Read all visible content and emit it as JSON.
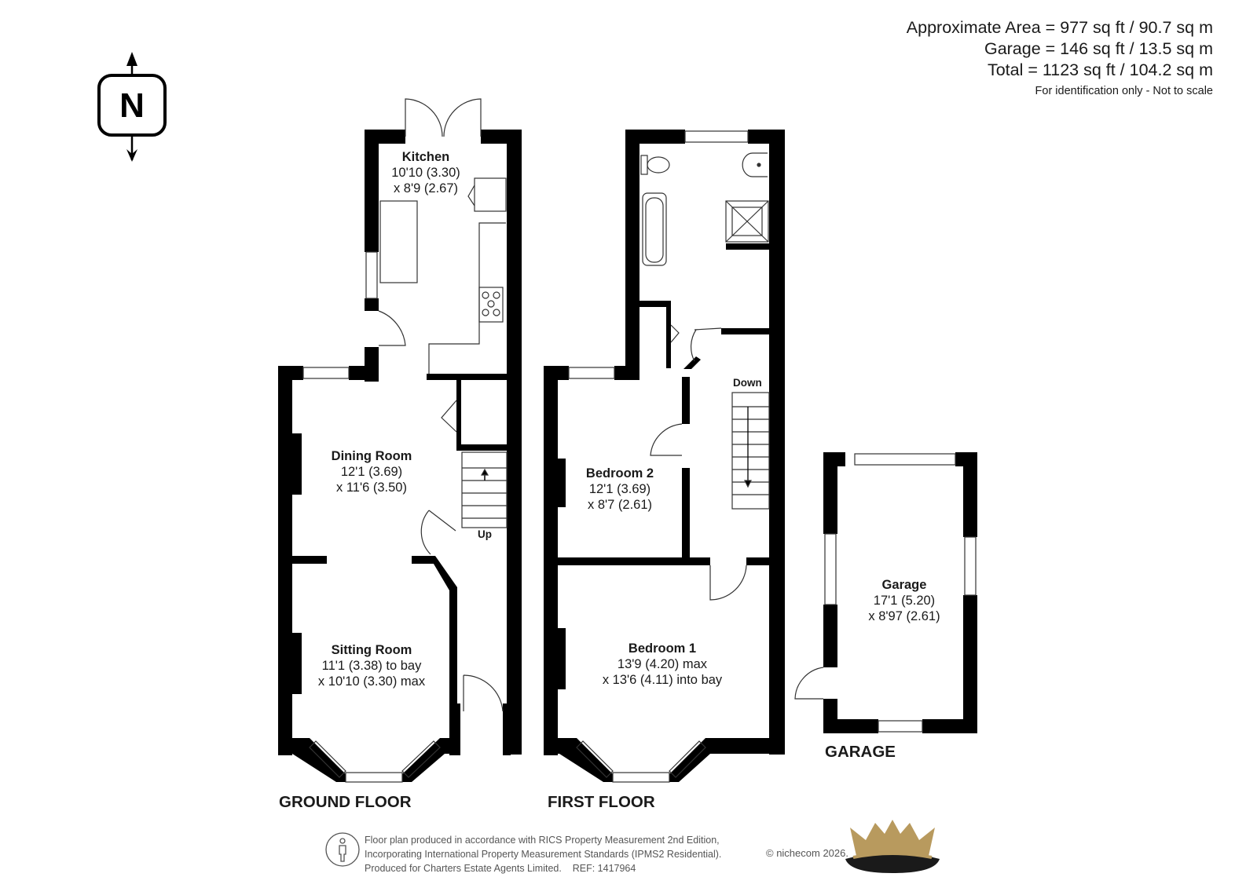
{
  "area": {
    "approx": "Approximate Area = 977 sq ft / 90.7 sq m",
    "garage": "Garage = 146 sq ft / 13.5 sq m",
    "total": "Total = 1123 sq ft / 104.2 sq m",
    "note": "For identification only - Not to scale"
  },
  "compass": {
    "letter": "N",
    "icon": "north-arrow-icon"
  },
  "rooms": {
    "kitchen": {
      "name": "Kitchen",
      "dim1": "10'10 (3.30)",
      "dim2": "x 8'9 (2.67)"
    },
    "dining": {
      "name": "Dining Room",
      "dim1": "12'1 (3.69)",
      "dim2": "x 11'6 (3.50)"
    },
    "sitting": {
      "name": "Sitting Room",
      "dim1": "11'1 (3.38) to bay",
      "dim2": "x 10'10 (3.30) max"
    },
    "bedroom2": {
      "name": "Bedroom 2",
      "dim1": "12'1 (3.69)",
      "dim2": "x 8'7 (2.61)"
    },
    "bedroom1": {
      "name": "Bedroom 1",
      "dim1": "13'9 (4.20) max",
      "dim2": "x 13'6 (4.11) into bay"
    },
    "garage": {
      "name": "Garage",
      "dim1": "17'1 (5.20)",
      "dim2": "x 8'97 (2.61)"
    }
  },
  "stairs": {
    "up": "Up",
    "down": "Down"
  },
  "floors": {
    "ground": "GROUND FLOOR",
    "first": "FIRST FLOOR",
    "garage": "GARAGE"
  },
  "footer": {
    "line1": "Floor plan produced in accordance with RICS Property Measurement 2nd Edition,",
    "line2": "Incorporating International Property Measurement Standards (IPMS2 Residential).",
    "line3": "Produced for Charters Estate Agents Limited.    REF: 1417964",
    "copyright": "© nichecom 2026."
  },
  "colors": {
    "wall": "#000000",
    "logo_gold": "#b89a5e",
    "logo_dark": "#1a1a1a"
  }
}
